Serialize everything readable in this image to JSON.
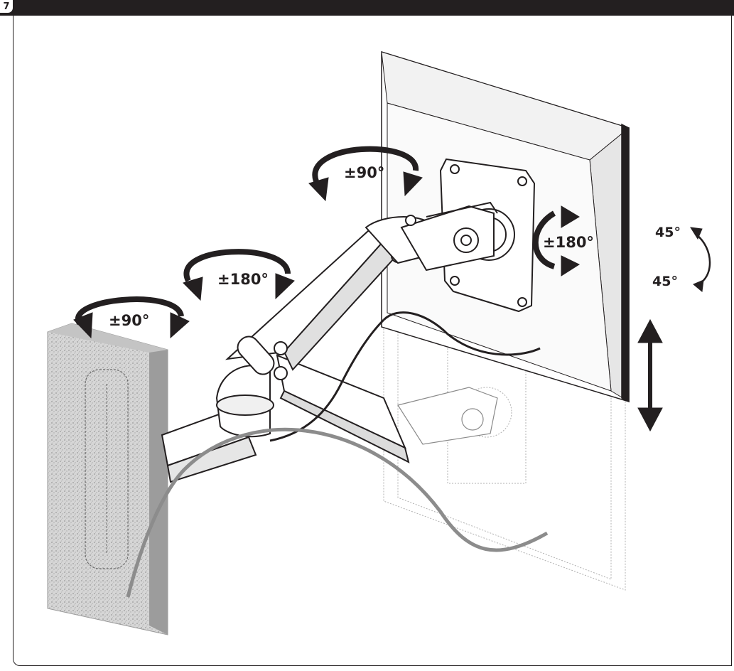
{
  "step": {
    "number": "7"
  },
  "rotation_labels": {
    "wall_swivel": "±90°",
    "arm_swivel": "±180°",
    "head_swivel": "±90°",
    "screen_rotation": "±180°",
    "tilt_up": "45°",
    "tilt_down": "45°"
  },
  "colors": {
    "ink": "#231f20",
    "background": "#ffffff",
    "wall_stone": "#d9d9d9",
    "cable_grey": "#8c8c8c"
  }
}
